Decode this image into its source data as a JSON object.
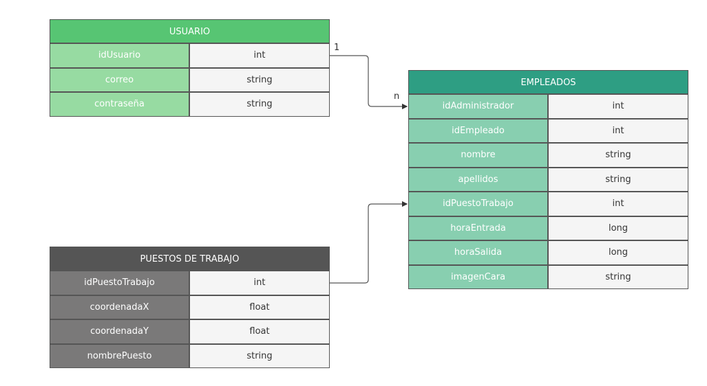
{
  "colors": {
    "usuario_header": "#57c573",
    "usuario_name_cell": "#97dba2",
    "empleados_header": "#2e9e83",
    "empleados_name_cell": "#88cfb0",
    "puestos_header": "#555555",
    "puestos_name_cell": "#7a7979",
    "connector": "#555555"
  },
  "entities": {
    "usuario": {
      "title": "USUARIO",
      "fields": [
        {
          "name": "idUsuario",
          "type": "int"
        },
        {
          "name": "correo",
          "type": "string"
        },
        {
          "name": "contraseña",
          "type": "string"
        }
      ]
    },
    "empleados": {
      "title": "EMPLEADOS",
      "fields": [
        {
          "name": "idAdministrador",
          "type": "int"
        },
        {
          "name": "idEmpleado",
          "type": "int"
        },
        {
          "name": "nombre",
          "type": "string"
        },
        {
          "name": "apellidos",
          "type": "string"
        },
        {
          "name": "idPuestoTrabajo",
          "type": "int"
        },
        {
          "name": "horaEntrada",
          "type": "long"
        },
        {
          "name": "horaSalida",
          "type": "long"
        },
        {
          "name": "imagenCara",
          "type": "string"
        }
      ]
    },
    "puestos": {
      "title": "PUESTOS DE TRABAJO",
      "fields": [
        {
          "name": "idPuestoTrabajo",
          "type": "int"
        },
        {
          "name": "coordenadaX",
          "type": "float"
        },
        {
          "name": "coordenadaY",
          "type": "float"
        },
        {
          "name": "nombrePuesto",
          "type": "string"
        }
      ]
    }
  },
  "relations": {
    "usuario_empleados": {
      "from_cardinality": "1",
      "to_cardinality": "n"
    }
  }
}
